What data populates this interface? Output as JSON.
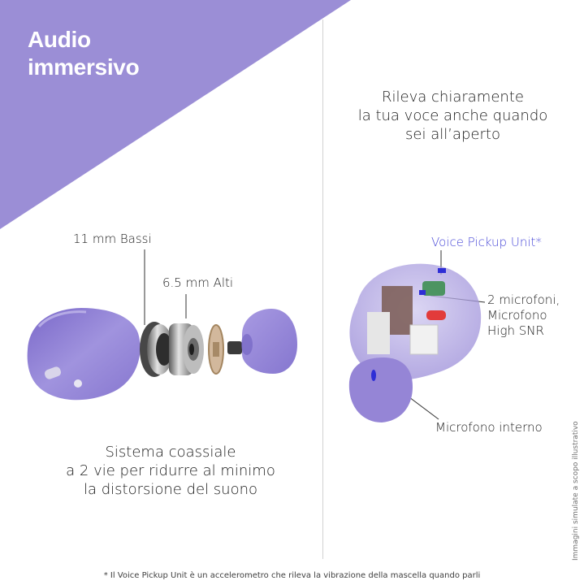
{
  "title": {
    "line1": "Audio",
    "line2": "immersivo"
  },
  "left": {
    "label_bass": "11 mm Bassi",
    "label_treble": "6.5 mm Alti",
    "caption": [
      "Sistema coassiale",
      "a 2 vie per ridurre al minimo",
      "la distorsione del suono"
    ]
  },
  "right": {
    "headline": [
      "Rileva chiaramente",
      "la tua voce anche quando",
      "sei all’aperto"
    ],
    "label_vpu": "Voice Pickup Unit*",
    "label_mics": [
      "2 microfoni,",
      "Microfono",
      "High SNR"
    ],
    "label_internal_mic": "Microfono interno"
  },
  "side_note": "Immagini simulate a scopo illustrativo",
  "footnote": "* Il Voice Pickup Unit è un accelerometro che rileva la vibrazione della mascella quando parli",
  "colors": {
    "accent": "#9b8ed6",
    "earbud": "#9a8cd8",
    "voice_pickup": "#4a4ad8"
  }
}
